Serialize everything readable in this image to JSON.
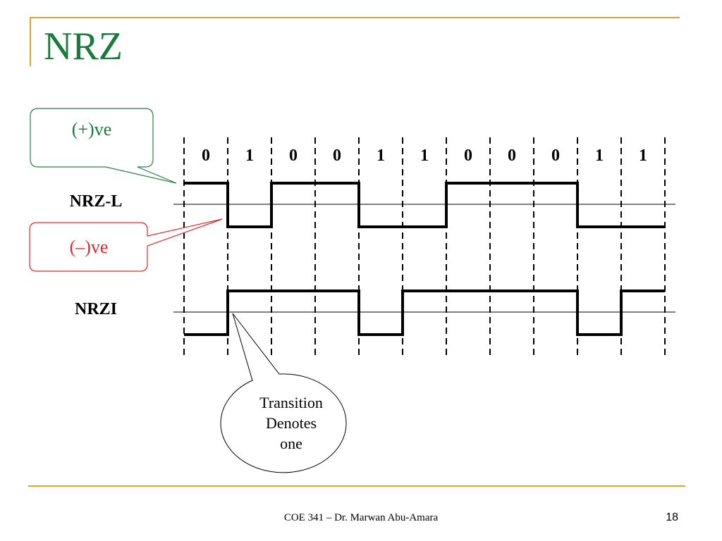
{
  "slide": {
    "title": "NRZ",
    "footer": "COE 341 – Dr. Marwan Abu-Amara",
    "page_number": "18"
  },
  "diagram": {
    "bits": [
      "0",
      "1",
      "0",
      "0",
      "1",
      "1",
      "0",
      "0",
      "0",
      "1",
      "1"
    ],
    "row_labels": {
      "nrzl": "NRZ-L",
      "nrzi": "NRZI"
    },
    "nrzl_levels": [
      1,
      0,
      1,
      1,
      0,
      0,
      1,
      1,
      1,
      0,
      0
    ],
    "nrzi_levels": [
      0,
      1,
      1,
      1,
      0,
      1,
      1,
      1,
      1,
      0,
      1
    ],
    "callouts": {
      "positive": "(+)ve",
      "negative": "(–)ve",
      "transition": [
        "Transition",
        "Denotes",
        "one"
      ]
    },
    "colors": {
      "title": "#1b7b3c",
      "positive_text": "#1b7b3c",
      "positive_border": "#2e7d4a",
      "negative_text": "#e3262c",
      "negative_border": "#e3262c",
      "accent_line": "#d9a431"
    }
  }
}
